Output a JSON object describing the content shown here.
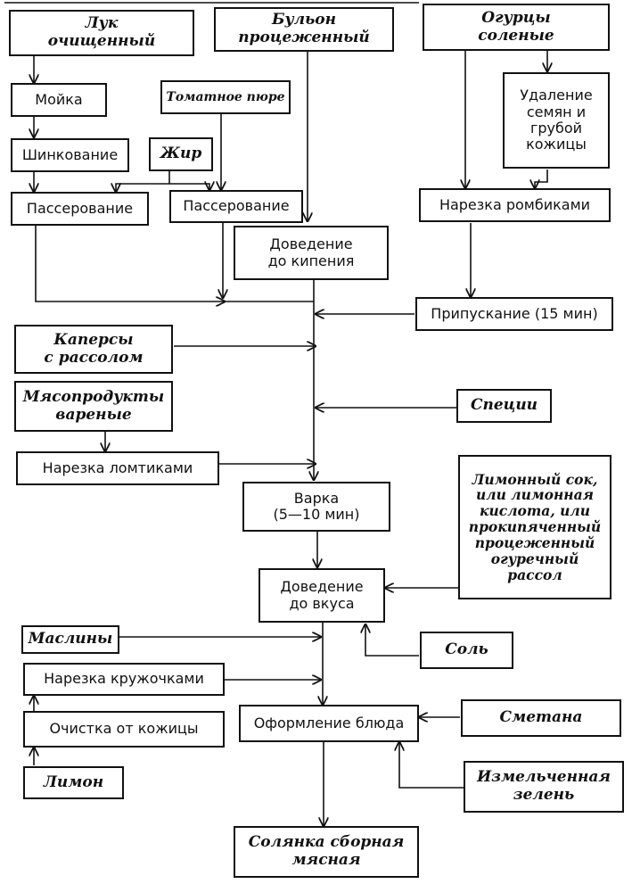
{
  "diagram": {
    "ingredients": {
      "onion": "Лук\nочищенный",
      "broth": "Бульон\nпроцеженный",
      "cucumbers": "Огурцы\nсоленые",
      "tomato": "Томатное пюре",
      "fat": "Жир",
      "capers": "Каперсы\nс рассолом",
      "meat": "Мясопродукты\nвареные",
      "spices": "Специи",
      "lemon_juice": "Лимонный сок,\nили лимонная\nкислота, или\nпрокипяченный\nпроцеженный\nогуречный\nрассол",
      "olives": "Маслины",
      "salt": "Соль",
      "sour_cream": "Сметана",
      "lemon": "Лимон",
      "greens": "Измельченная\nзелень"
    },
    "processes": {
      "washing": "Мойка",
      "shredding": "Шинкование",
      "saute_onion": "Пассерование",
      "saute_tomato": "Пассерование",
      "boil": "Доведение\nдо кипения",
      "seed_removal": "Удаление\nсемян и\nгрубой\nкожицы",
      "cut_diamonds": "Нарезка ромбиками",
      "poach": "Припускание (15 мин)",
      "cut_slices": "Нарезка ломтиками",
      "cooking": "Варка\n(5—10 мин)",
      "season": "Доведение\nдо вкуса",
      "cut_rings": "Нарезка кружочками",
      "peel": "Очистка от кожицы",
      "plating": "Оформление блюда"
    },
    "result": "Солянка сборная\nмясная"
  }
}
